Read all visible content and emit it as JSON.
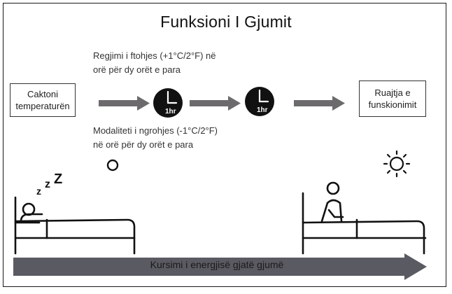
{
  "title": "Funksioni I Gjumit",
  "cooling_note": {
    "line1": "Regjimi i ftohjes (+1°C/2°F) në",
    "line2": "orë për dy orët e para"
  },
  "heating_note": {
    "line1": "Modaliteti i ngrohjes (-1°C/2°F)",
    "line2": "në orë për dy orët e para"
  },
  "start_box": {
    "line1": "Caktoni",
    "line2": "temperaturën"
  },
  "end_box": {
    "line1": "Ruajtja e",
    "line2": "funskionimit"
  },
  "clocks": [
    {
      "label": "1hr"
    },
    {
      "label": "1hr"
    }
  ],
  "sleep_symbol": "z z Z",
  "energy_bar": {
    "label": "Kursimi i energjisë gjatë gjumë"
  },
  "colors": {
    "arrow": "#6c6a6c",
    "energy_bar": "#5a5a62",
    "clock": "#111111",
    "outline": "#222222"
  },
  "icons": [
    "moon-icon",
    "sun-icon",
    "sleeping-person-icon",
    "awake-person-icon",
    "clock-icon"
  ]
}
